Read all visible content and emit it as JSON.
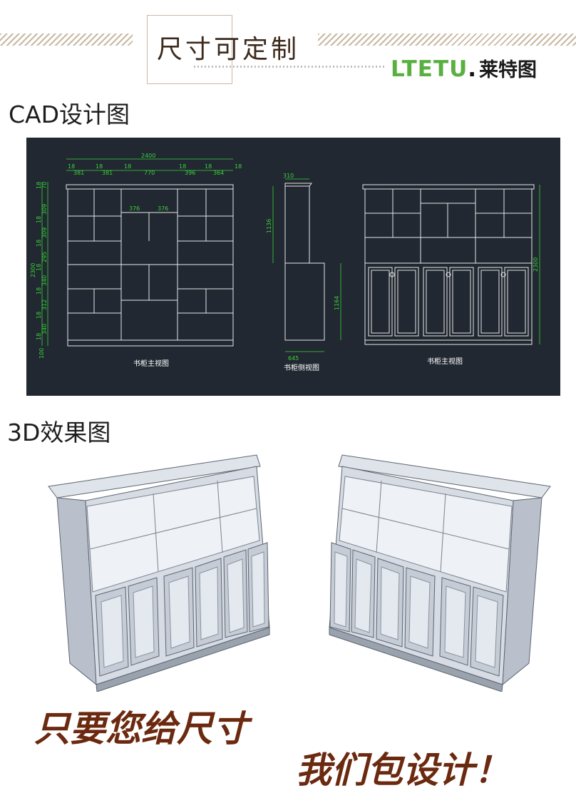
{
  "header": {
    "title": "尺寸可定制",
    "logo_brand": "LTETU",
    "logo_dot": ".",
    "logo_cn": "莱特图"
  },
  "sections": {
    "cad_title": "CAD设计图",
    "render_title": "3D效果图"
  },
  "cad": {
    "front_caption": "书柜主视图",
    "side_caption": "书柜侧视图",
    "front2_caption": "书柜主视图",
    "dim_total_width": "2400",
    "dims_top": [
      "18",
      "381",
      "18",
      "381",
      "18",
      "770",
      "18",
      "396",
      "18",
      "364",
      "18"
    ],
    "dims_center": [
      "376",
      "376"
    ],
    "dims_left": [
      "18",
      "70",
      "309",
      "18",
      "309",
      "18",
      "295",
      "18",
      "340",
      "18",
      "312",
      "18",
      "340",
      "18",
      "100"
    ],
    "dim_total_height": "2300",
    "side_top_depth": "310",
    "side_upper_height": "1136",
    "side_lower_height": "1164",
    "side_bottom_depth": "645",
    "front2_height": "2300",
    "colors": {
      "background": "#212831",
      "lines": "#e6e6e6",
      "dims": "#3ad13a"
    }
  },
  "slogan": {
    "line1": "只要您给尺寸",
    "line2": "我们包设计！",
    "color": "#6b2a10"
  }
}
